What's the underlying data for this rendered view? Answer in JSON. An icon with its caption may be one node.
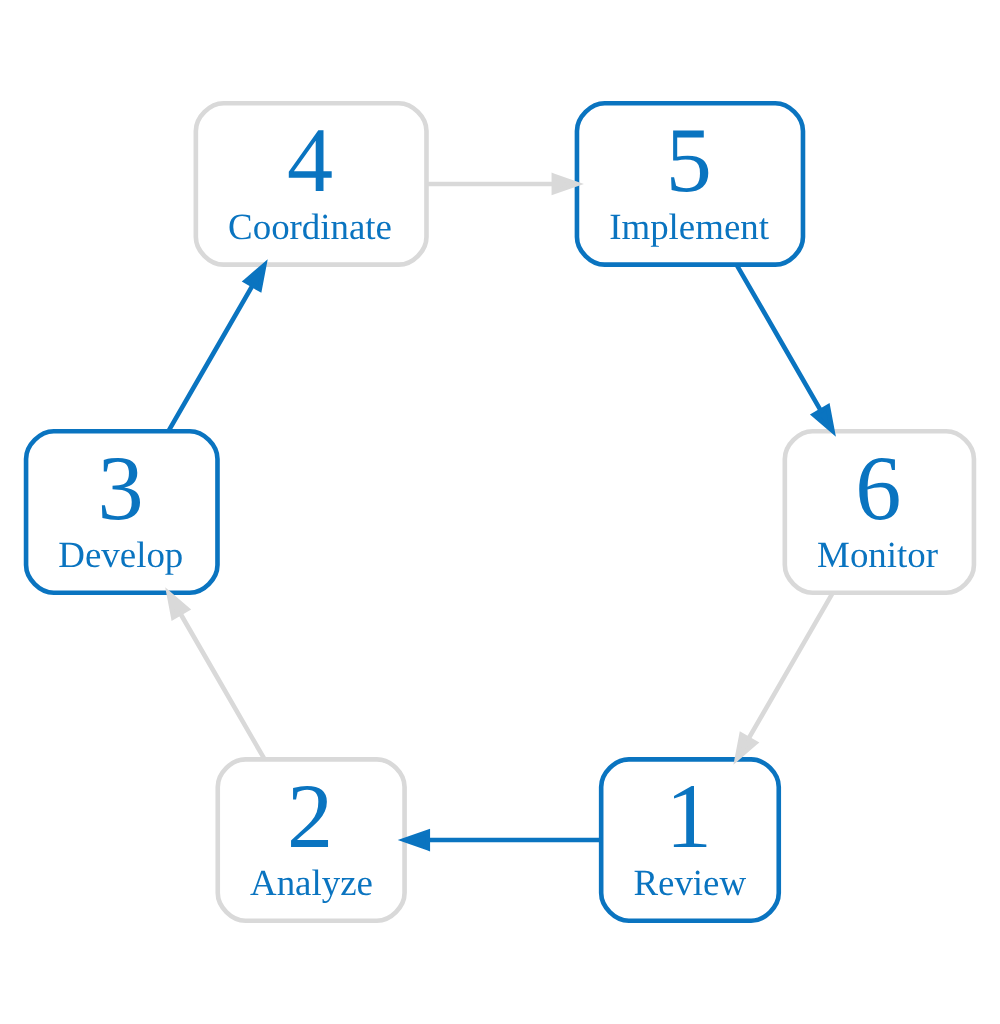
{
  "diagram": {
    "nodes": [
      {
        "text": [
          "1",
          "Review"
        ]
      },
      {
        "text": [
          "2",
          "Analyze"
        ]
      },
      {
        "text": [
          "3",
          "Develop"
        ]
      },
      {
        "text": [
          "4",
          "Coordinate"
        ]
      },
      {
        "text": [
          "5",
          "Implement"
        ]
      },
      {
        "text": [
          "6",
          "Monitor"
        ]
      }
    ],
    "edges": [
      {
        "from": 0,
        "to": 1,
        "arrow": "to",
        "color": "#0a74c0"
      },
      {
        "from": 1,
        "to": 2,
        "arrow": "to",
        "color": "#d9d9d9"
      },
      {
        "from": 2,
        "to": 3,
        "arrow": "to",
        "color": "#0a74c0"
      },
      {
        "from": 3,
        "to": 4,
        "arrow": "to",
        "color": "#d9d9d9"
      },
      {
        "from": 4,
        "to": 5,
        "arrow": "to",
        "color": "#0a74c0"
      },
      {
        "from": 5,
        "to": 0,
        "arrow": "to",
        "color": "#d9d9d9"
      }
    ]
  }
}
